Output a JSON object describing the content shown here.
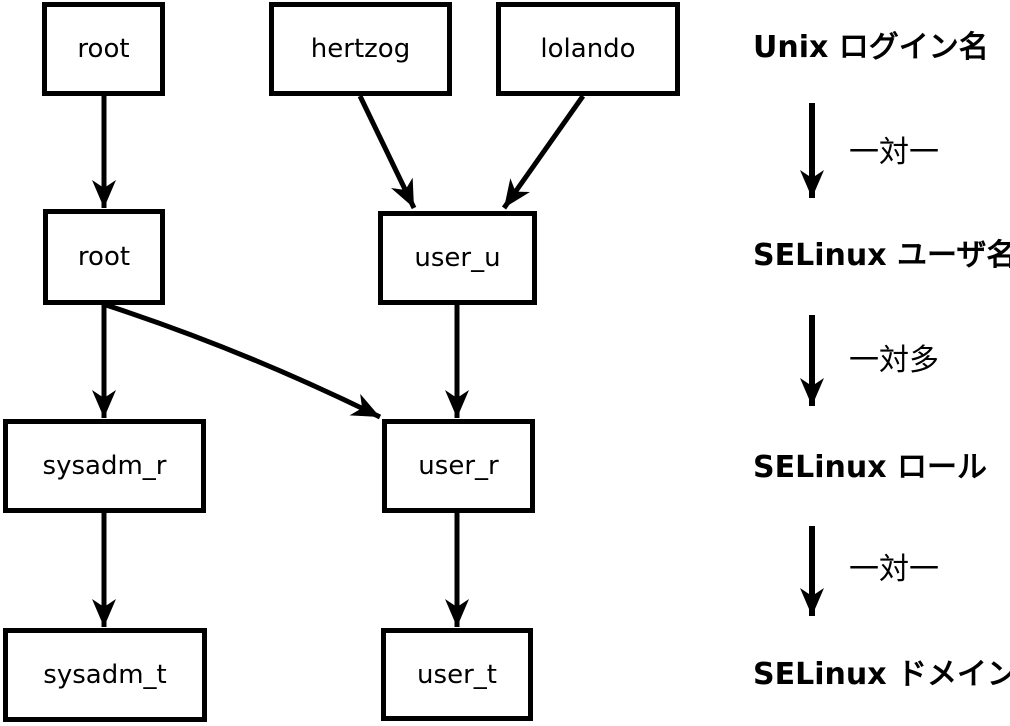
{
  "diagram": {
    "background_color": "#ffffff",
    "line_color": "#000000",
    "boxes": {
      "root_login": "root",
      "hertzog": "hertzog",
      "lolando": "lolando",
      "root_selinux": "root",
      "user_u": "user_u",
      "sysadm_r": "sysadm_r",
      "user_r": "user_r",
      "sysadm_t": "sysadm_t",
      "user_t": "user_t"
    },
    "legend": {
      "levels": [
        "Unix ログイン名",
        "SELinux ユーザ名",
        "SELinux ロール",
        "SELinux ドメイン"
      ],
      "relations": [
        "一対一",
        "一対多",
        "一対一"
      ]
    }
  }
}
